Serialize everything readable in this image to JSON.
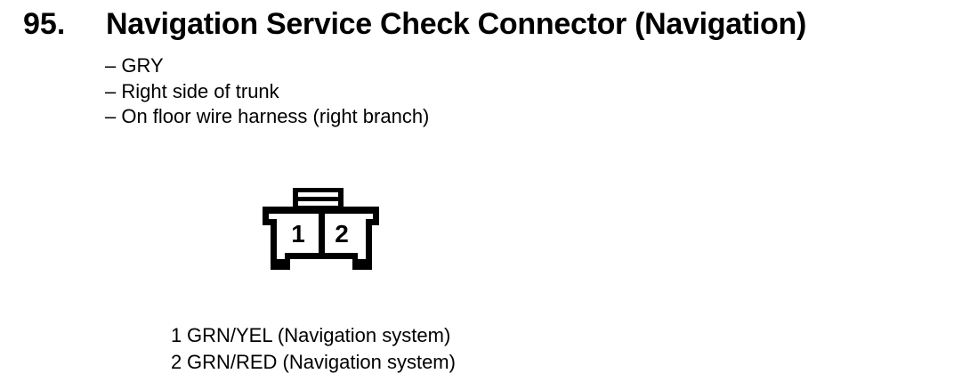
{
  "heading": {
    "number": "95.",
    "title": "Navigation Service Check Connector (Navigation)"
  },
  "details": {
    "items": [
      "– GRY",
      "– Right side of trunk",
      "– On floor wire harness (right branch)"
    ]
  },
  "connector": {
    "cavity_labels": [
      "1",
      "2"
    ]
  },
  "pins": [
    {
      "number": "1",
      "description": "GRN/YEL (Navigation system)"
    },
    {
      "number": "2",
      "description": "GRN/RED (Navigation system)"
    }
  ],
  "colors": {
    "ink": "#000000",
    "paper": "#ffffff"
  }
}
